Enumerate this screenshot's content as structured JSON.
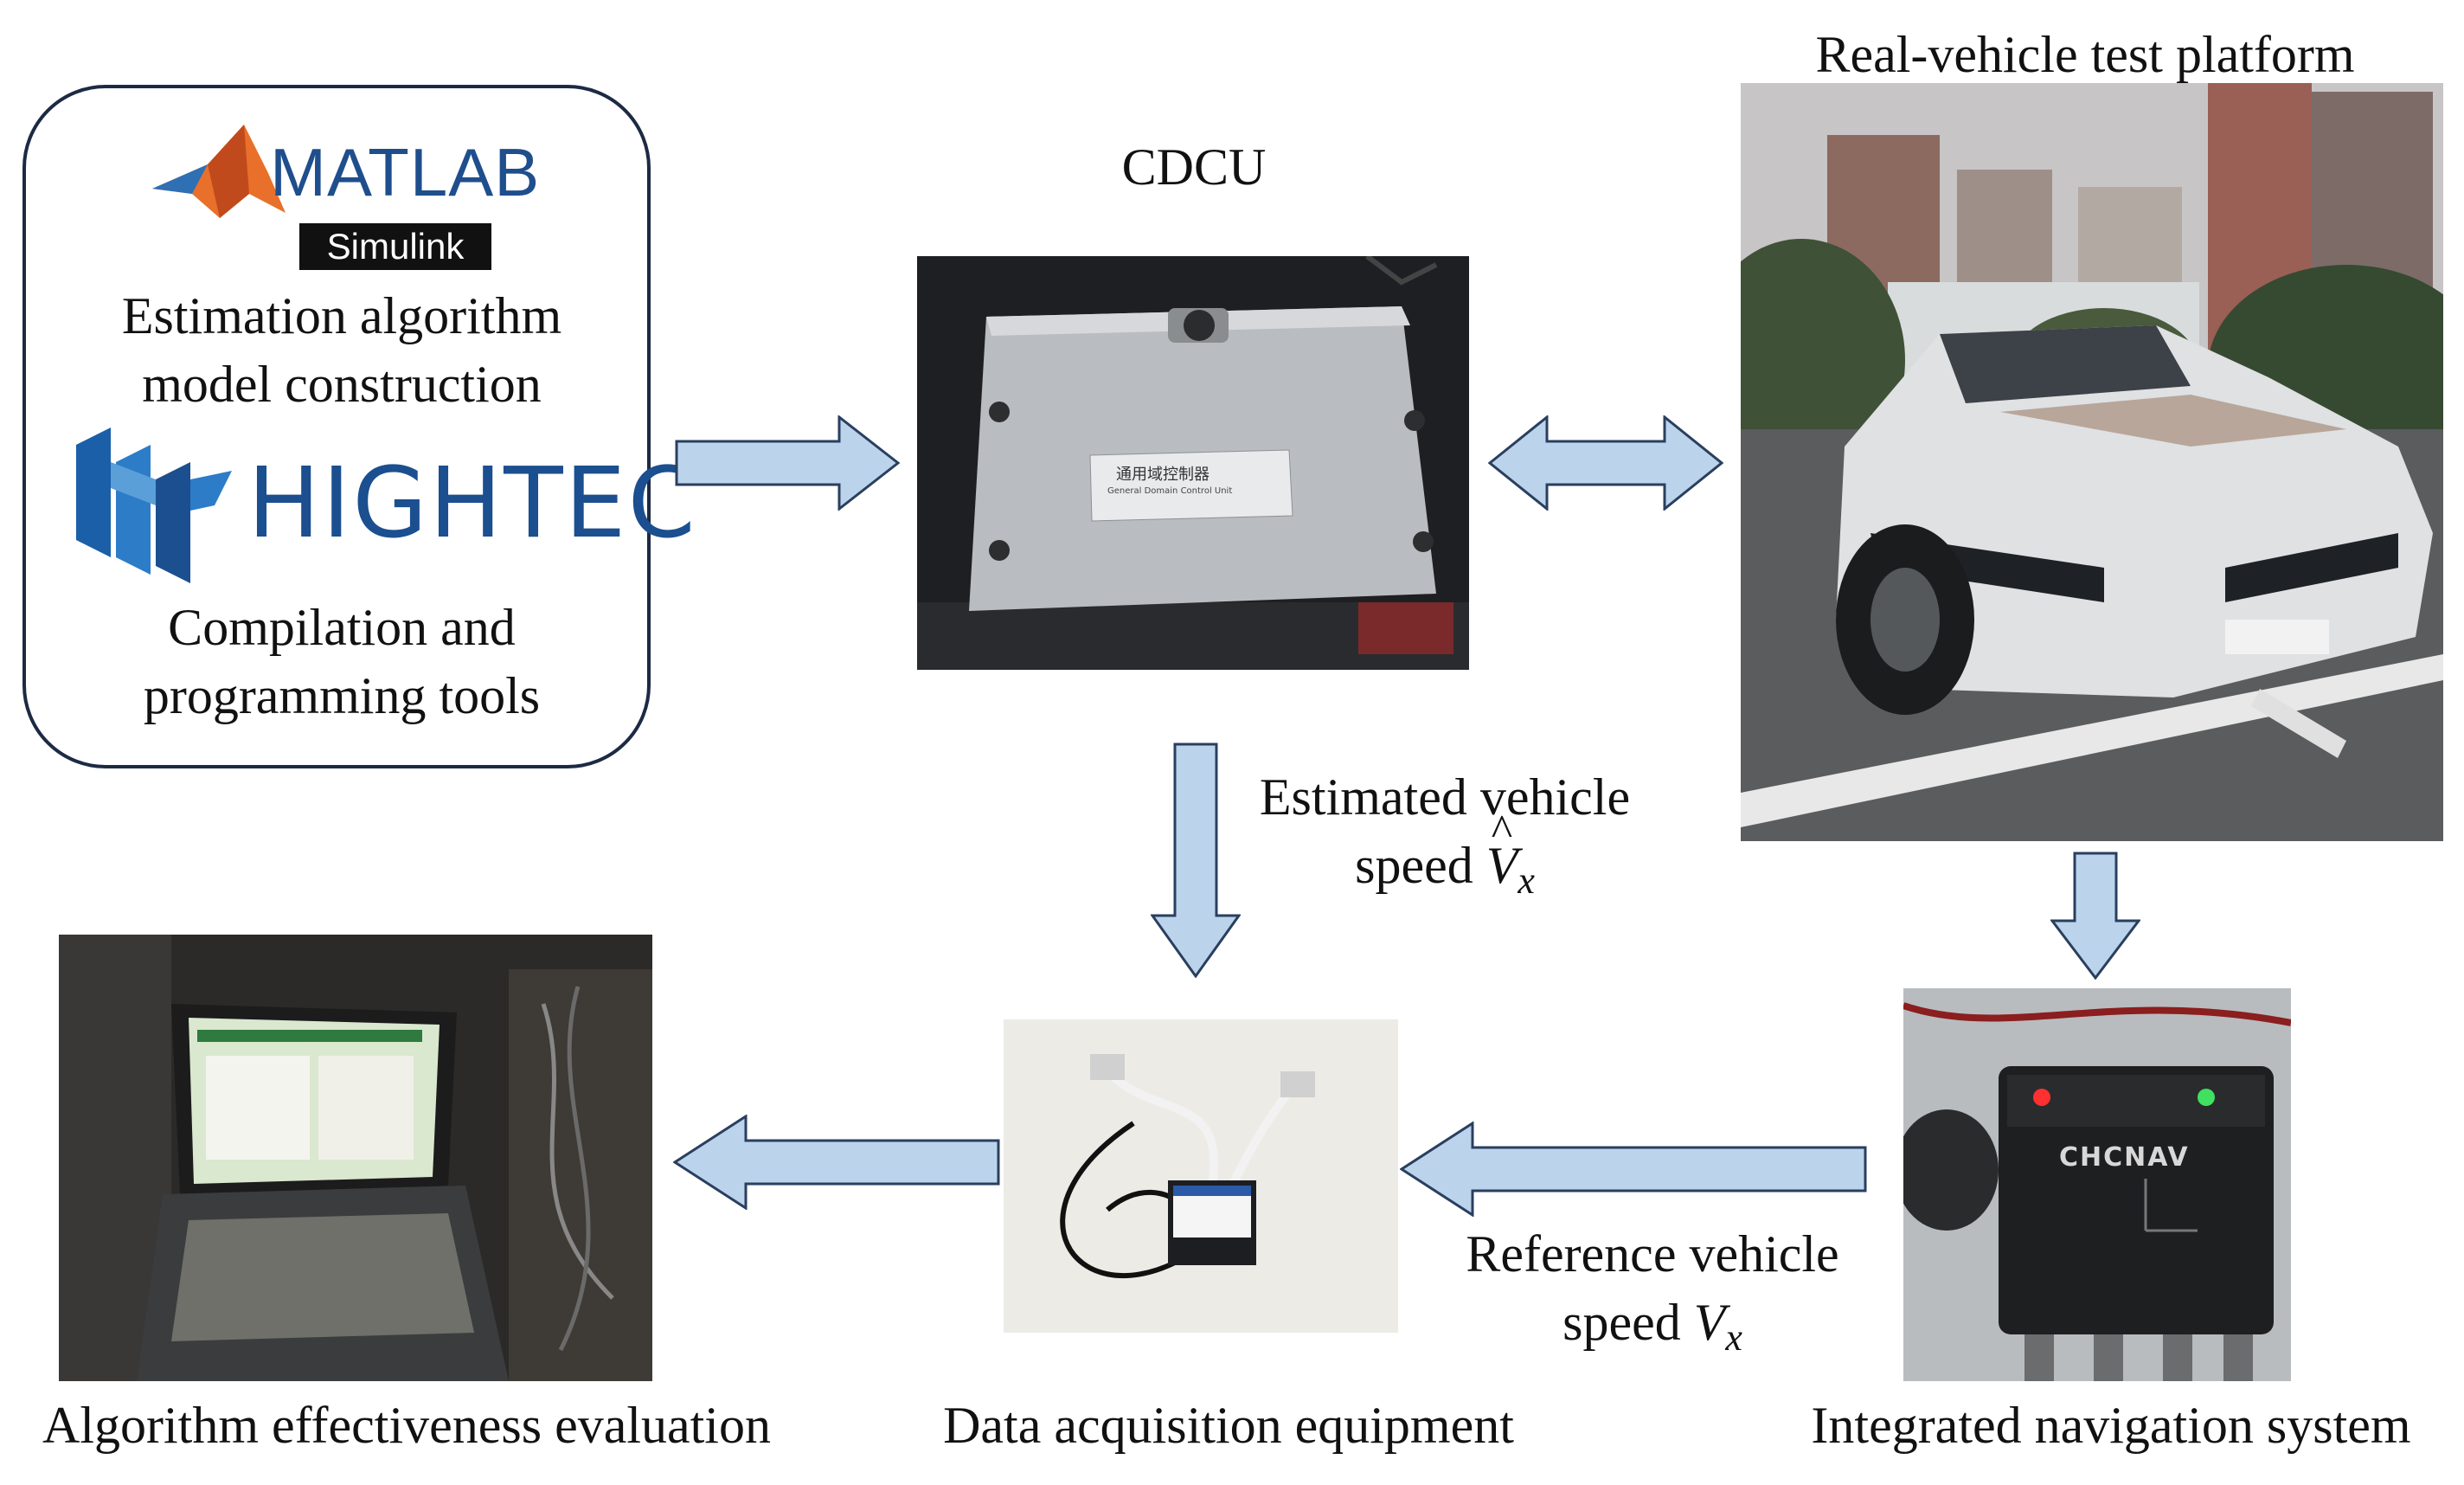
{
  "tools": {
    "matlab_logo_text": "MATLAB",
    "simulink_text": "Simulink",
    "matlab_caption_line1": "Estimation algorithm",
    "matlab_caption_line2": "model construction",
    "hightec_logo_text": "HIGHTEC",
    "hightec_caption_line1": "Compilation and",
    "hightec_caption_line2": "programming tools"
  },
  "cdcu": {
    "title": "CDCU",
    "label_line1": "通用域控制器",
    "label_line2": "General Domain Control Unit"
  },
  "vehicle": {
    "title": "Real-vehicle test platform"
  },
  "estimated_speed": {
    "line1": "Estimated vehicle",
    "line2_prefix": "speed",
    "symbol": "V",
    "hat": "^",
    "subscript": "x"
  },
  "reference_speed": {
    "line1": "Reference vehicle",
    "line2_prefix": "speed",
    "symbol": "V",
    "subscript": "x"
  },
  "captions": {
    "evaluation": "Algorithm effectiveness evaluation",
    "daq": "Data acquisition equipment",
    "navigation": "Integrated navigation system"
  },
  "navigation_device": {
    "brand": "CHCNAV"
  },
  "colors": {
    "arrow_fill": "#bcd3ec",
    "arrow_stroke": "#2a3f5f",
    "box_border": "#1d2a44",
    "matlab_blue": "#1f4e8c",
    "hightec_blue": "#1b4f8f"
  }
}
